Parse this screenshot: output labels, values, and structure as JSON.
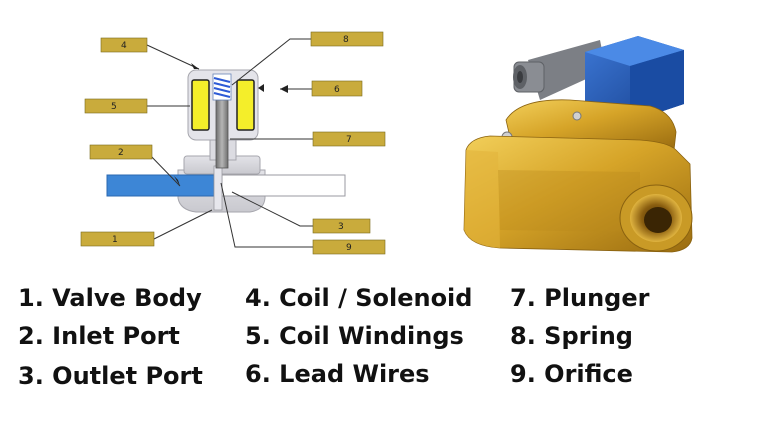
{
  "callouts": [
    {
      "id": "1",
      "text": "1"
    },
    {
      "id": "2",
      "text": "2"
    },
    {
      "id": "3",
      "text": "3"
    },
    {
      "id": "4",
      "text": "4"
    },
    {
      "id": "5",
      "text": "5"
    },
    {
      "id": "6",
      "text": "6"
    },
    {
      "id": "7",
      "text": "7"
    },
    {
      "id": "8",
      "text": "8"
    },
    {
      "id": "9",
      "text": "9"
    }
  ],
  "legend": {
    "col1": [
      "1. Valve Body",
      "2. Inlet Port",
      "3. Outlet Port"
    ],
    "col2": [
      "4. Coil / Solenoid",
      "5. Coil Windings",
      "6. Lead Wires"
    ],
    "col3": [
      "7. Plunger",
      "8. Spring",
      "9. Orifice"
    ]
  },
  "colors": {
    "callout_box": "#c9ab3c",
    "coil_yellow": "#f4ee2a",
    "inlet_blue": "#3d86d6",
    "plunger": "#8f8f8f",
    "brass": "#d4a124",
    "connector_blue": "#1d57b5"
  }
}
